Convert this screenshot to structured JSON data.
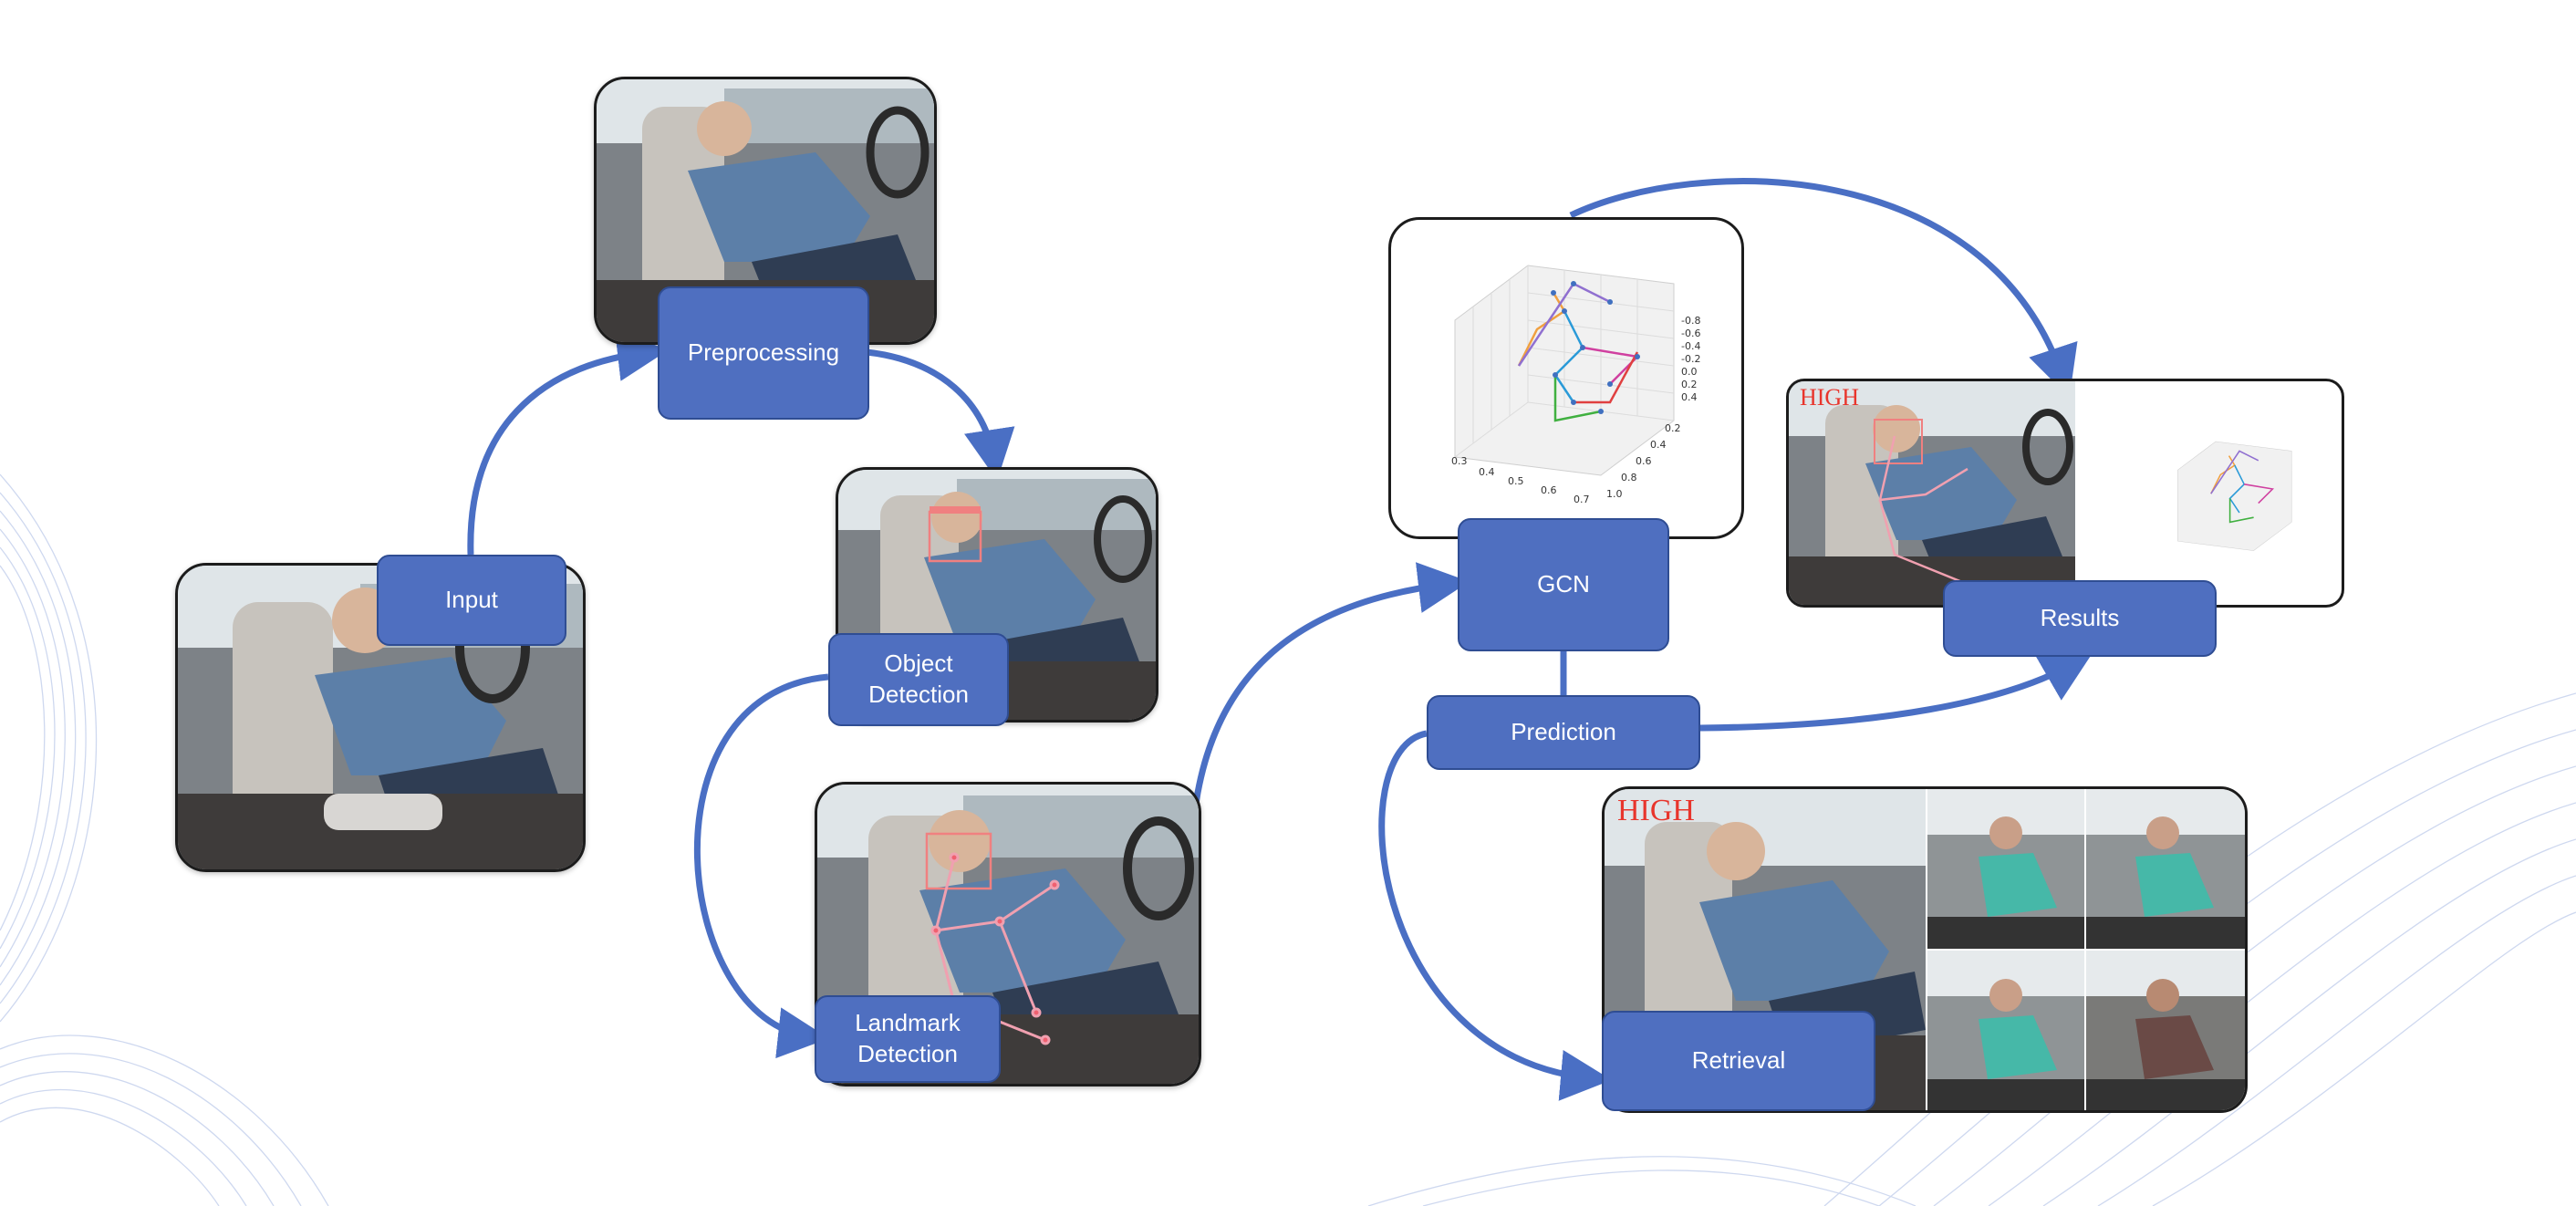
{
  "diagram": {
    "nodes": {
      "input": "Input",
      "preprocessing": "Preprocessing",
      "object_detection": "Object\nDetection",
      "landmark_detection": "Landmark\nDetection",
      "gcn": "GCN",
      "prediction": "Prediction",
      "results": "Results",
      "retrieval": "Retrieval"
    },
    "overlay_text": {
      "results_stamp": "HIGH",
      "retrieval_stamp": "HIGH"
    },
    "plot_ticks": {
      "z": [
        "-0.8",
        "-0.6",
        "-0.4",
        "-0.2",
        "0.0",
        "0.2",
        "0.4"
      ],
      "x": [
        "0.3",
        "0.4",
        "0.5",
        "0.6",
        "0.7"
      ],
      "y": [
        "0.2",
        "0.4",
        "0.6",
        "0.8",
        "1.0"
      ]
    },
    "colors": {
      "node_fill": "#4f6fc0",
      "arrow": "#4a6fc4",
      "stamp": "#e8352c"
    },
    "icons": [
      "driver-photo",
      "bounding-box",
      "pose-skeleton",
      "3d-skeleton-plot"
    ]
  }
}
